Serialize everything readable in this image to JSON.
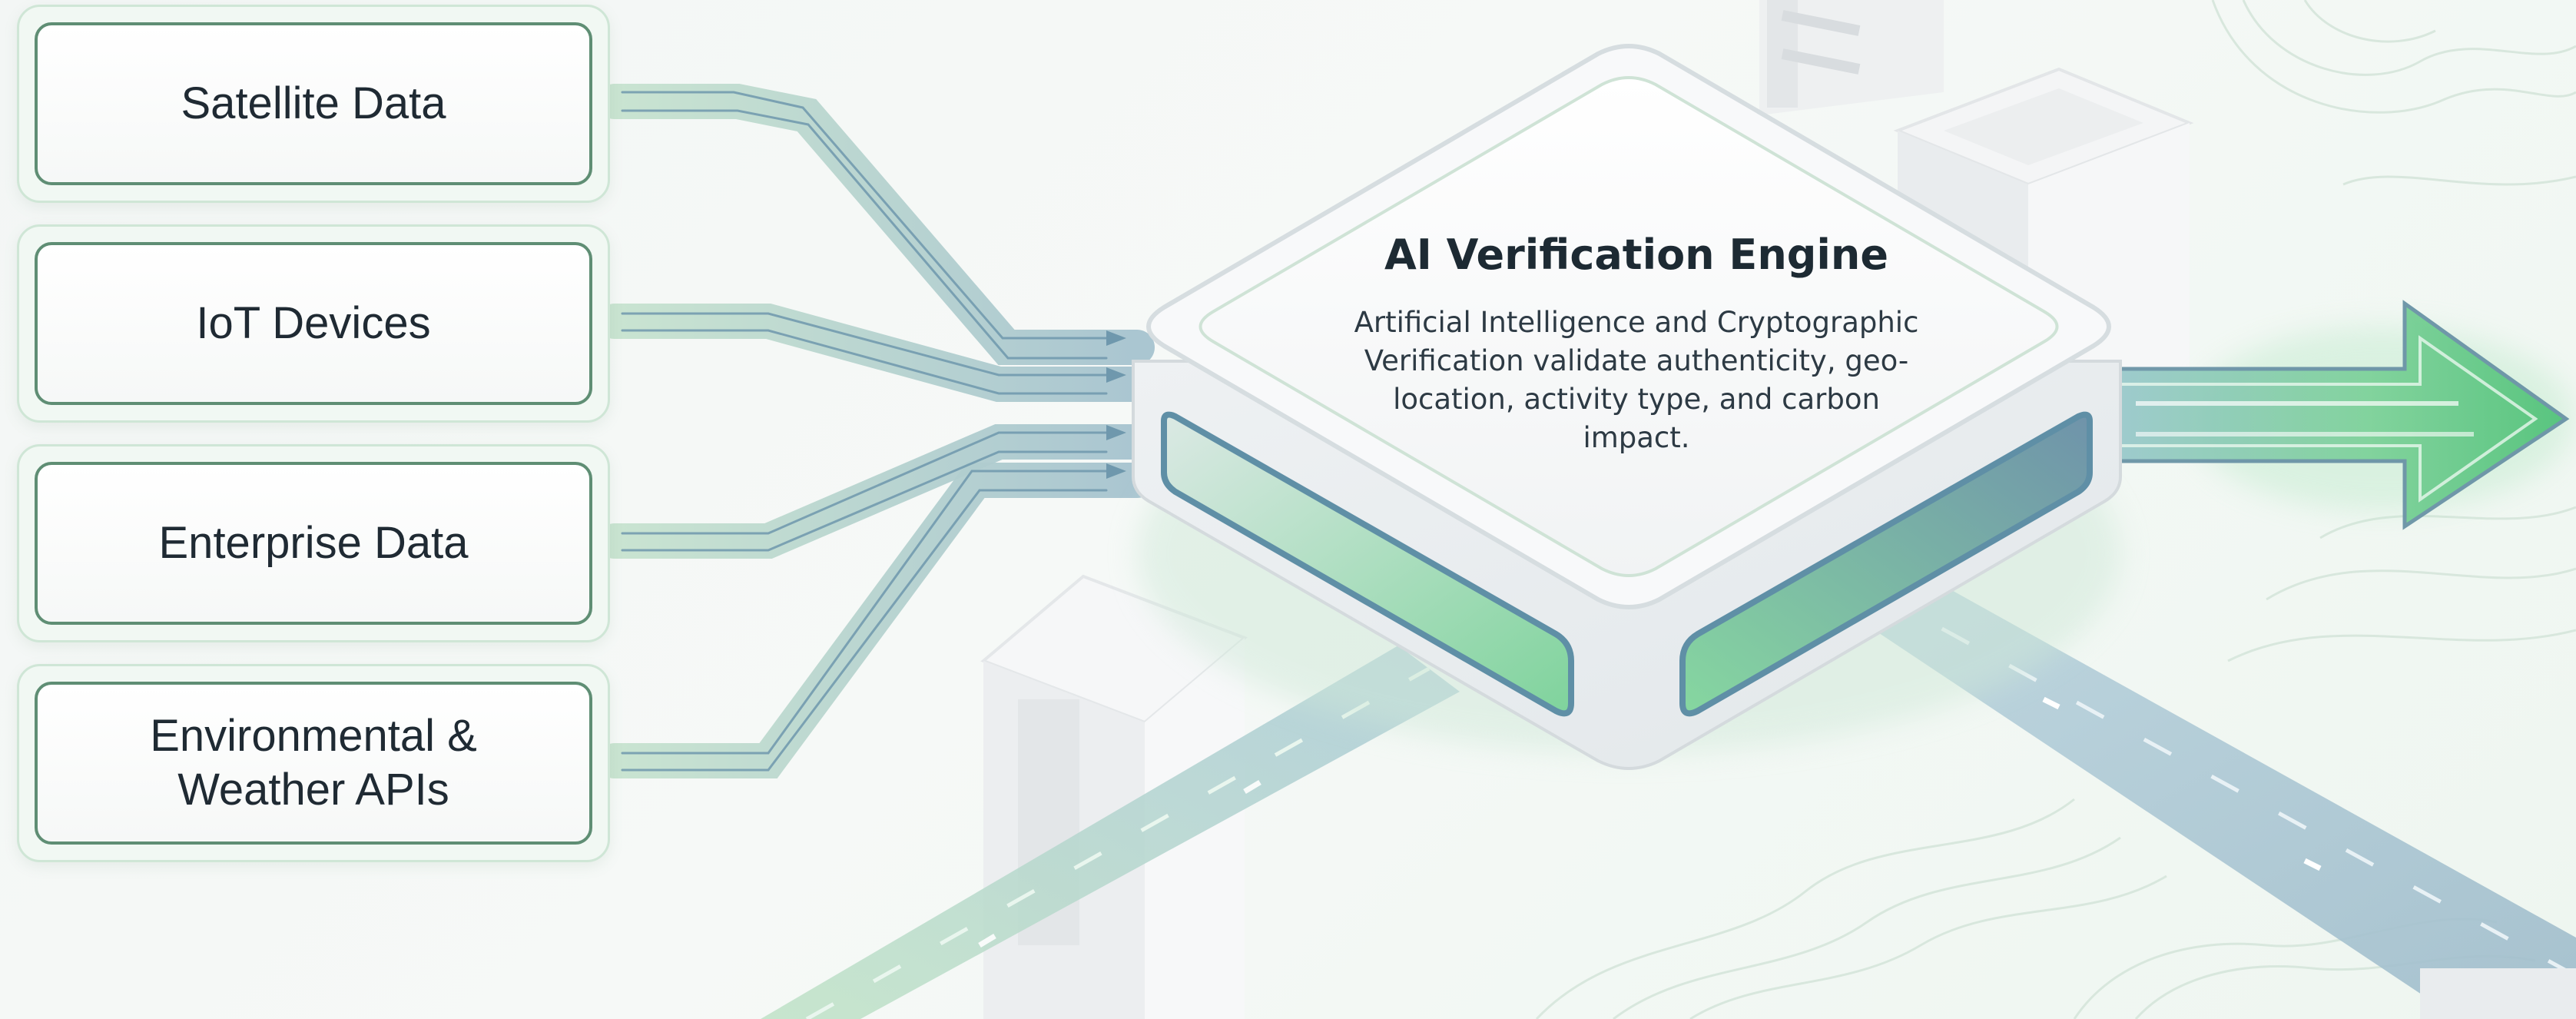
{
  "sources": [
    {
      "label": "Satellite Data"
    },
    {
      "label": "IoT Devices"
    },
    {
      "label": "Enterprise Data"
    },
    {
      "label": "Environmental &\nWeather APIs"
    }
  ],
  "engine": {
    "title": "AI Verification Engine",
    "description": "Artificial Intelligence and Cryptographic Verification validate authenticity, geo-location, activity type, and carbon impact."
  },
  "colors": {
    "accent_green": "#5fbf7f",
    "card_border": "#5f8e74",
    "stream_blue": "#7fa4b8",
    "text_dark": "#1f2a33"
  }
}
